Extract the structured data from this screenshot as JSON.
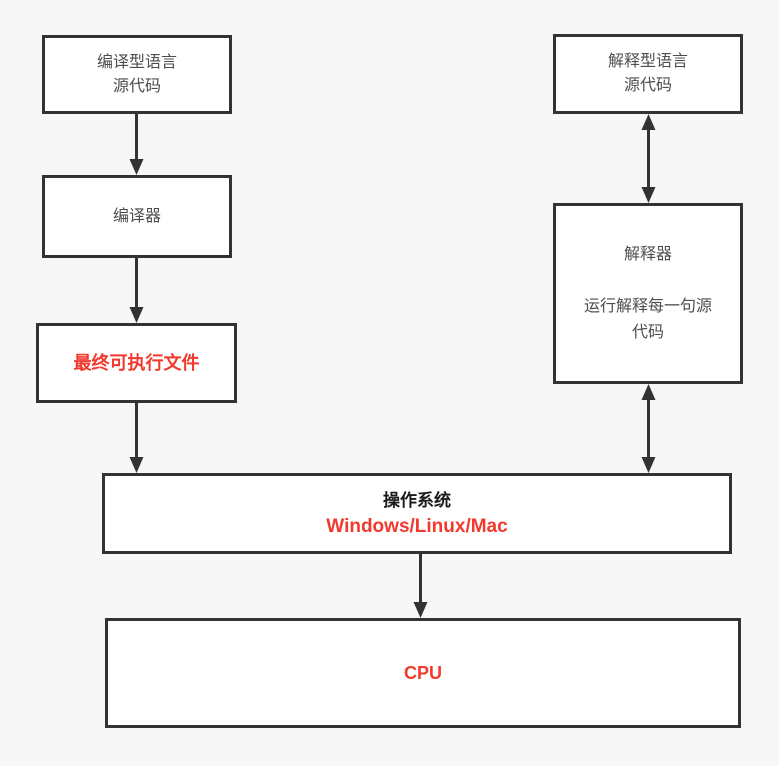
{
  "colors": {
    "background": "#f7f7f7",
    "box_fill": "#ffffff",
    "box_border": "#333333",
    "text_regular": "#4d4d4d",
    "text_strong": "#1a1a1a",
    "accent_red": "#f2392d"
  },
  "nodes": {
    "compiled_source": {
      "label": "编译型语言\n源代码"
    },
    "compiler": {
      "label": "编译器"
    },
    "executable": {
      "label": "最终可执行文件"
    },
    "interpreted_source": {
      "label": "解释型语言\n源代码"
    },
    "interpreter": {
      "label": "解释器\n\n运行解释每一句源\n代码"
    },
    "os": {
      "title": "操作系统",
      "subtitle": "Windows/Linux/Mac"
    },
    "cpu": {
      "label": "CPU"
    }
  }
}
